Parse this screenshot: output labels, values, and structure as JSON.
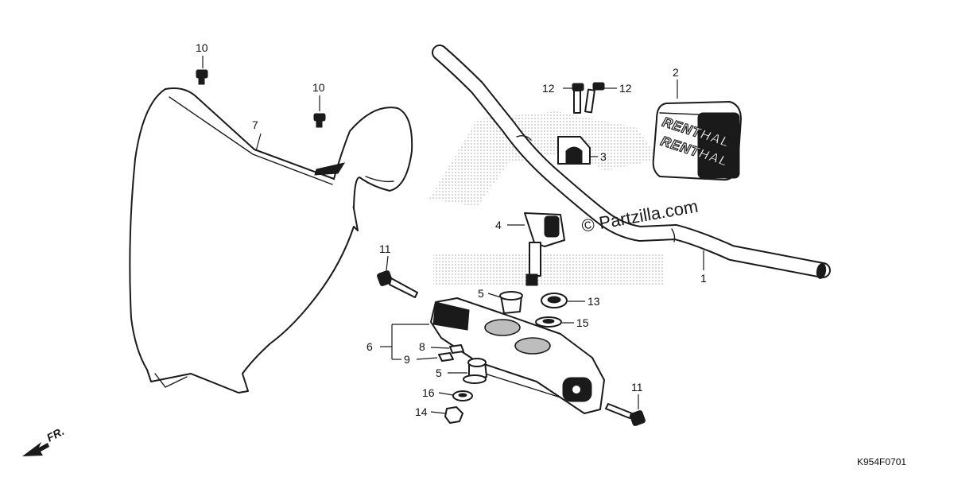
{
  "diagram": {
    "watermark": "© Partzilla.com",
    "diagram_code": "K954F0701",
    "direction_label": "FR.",
    "pad_brand": "RENTHAL",
    "callouts": {
      "c1": "1",
      "c2": "2",
      "c3": "3",
      "c4": "4",
      "c5a": "5",
      "c5b": "5",
      "c6": "6",
      "c7": "7",
      "c8": "8",
      "c9": "9",
      "c10a": "10",
      "c10b": "10",
      "c11a": "11",
      "c11b": "11",
      "c12a": "12",
      "c12b": "12",
      "c13": "13",
      "c14": "14",
      "c15": "15",
      "c16": "16"
    }
  }
}
